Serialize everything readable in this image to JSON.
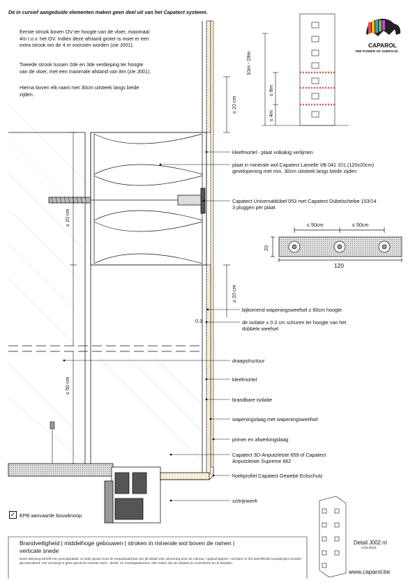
{
  "header": {
    "intro": "De in cursief aangeduide elementen maken geen deel uit van het Capatect systeem."
  },
  "notes": [
    "Eerste strook boven OV ter hoogte van de vloer, maximaal\n4m t.o.v. het OV. Indien deze afstand groter is moet er een\nextra strook om de 4 m voorzien worden (zie J001).",
    "Tweede strook tussen 2de en 3de verdieping ter hoogte\nvan de vloer, met een maximale afstand van 8m (zie J001).",
    "Hierna boven elk raam met 30cm uitsteek langs beide\nzijden."
  ],
  "brand": {
    "name": "CAPAROL",
    "tagline": "THE POWER OF SURFACE."
  },
  "building": {
    "dim_total": "10m - 29m",
    "dim_8m": "≤ 8m",
    "dim_4m": "≤ 4m"
  },
  "dims": {
    "h20_top": "≥ 20 cm",
    "h20_mid": "≥ 20 cm",
    "h20_low": "≥ 20 cm",
    "h50": "≤ 50 cm",
    "gap03": "0.3"
  },
  "plate": {
    "d1": "≤ 50cm",
    "d2": "≤ 50cm",
    "height": "20",
    "width": "120"
  },
  "labels": [
    {
      "text": "kleefmortel - plaat volkakig verlijmen",
      "italic": false
    },
    {
      "text": "plaat in minerale wol Capatect Lamelle VB 041 101 (120x20cm)\ngevelopening met min. 30cm uitsteek langs beide zijden",
      "italic": false
    },
    {
      "text": "Capatect Universaldübel 053 met Capatect Dübelscheibe 153/14\n3 pluggen per plaat",
      "italic": false
    },
    {
      "text": "bijkomend wapeningsweefsel ≥ 60cm hoogte",
      "italic": false
    },
    {
      "text": "de isolatie ± 0.3 cm schuren ter hoogte van het\ndubbele weefsel",
      "italic": false
    },
    {
      "text": "draagstructuur",
      "italic": true
    },
    {
      "text": "kleefmortel",
      "italic": false
    },
    {
      "text": "brandbare isolatie",
      "italic": false
    },
    {
      "text": "wapeningslaag met wapeningsweefsel",
      "italic": false
    },
    {
      "text": "primer en afwerkingslaag",
      "italic": false
    },
    {
      "text": "Capatect 3D-Anputzleiste 659 of Capatect\nAnputzleiste Supreme 662",
      "italic": false
    },
    {
      "text": "hoekprofiel Capatect Gewebe Eckschutz",
      "italic": false
    },
    {
      "text": "schrijnwerk",
      "italic": true
    }
  ],
  "epb": "EPB aanvaarde bouwknoop",
  "footer": {
    "title": "Brandveiligheid | middelhoge gebouwen | stroken in minerale wol boven de ramen |\nverticale snede",
    "detail": "Detail J002 nl",
    "version": "V.01.2013",
    "disclaimer": "Deze tekening betreft een principedetail. In ieder geval moet de toepasbaarheid van dit detail vóór uitvoering door de valman / opdrachtgever / architect in het betreffende bouwproject worden gecontroleerd. Het vervangt in geen geval de vereiste werk-, detail- en montageplannen. Alle maten zijn ter plaatse te controleren en te bepalen.",
    "website": "www.caparol.be"
  },
  "colors": {
    "insulation_hatch": "#e8a33a",
    "fire_strip": "#e05050",
    "line": "#111111"
  }
}
